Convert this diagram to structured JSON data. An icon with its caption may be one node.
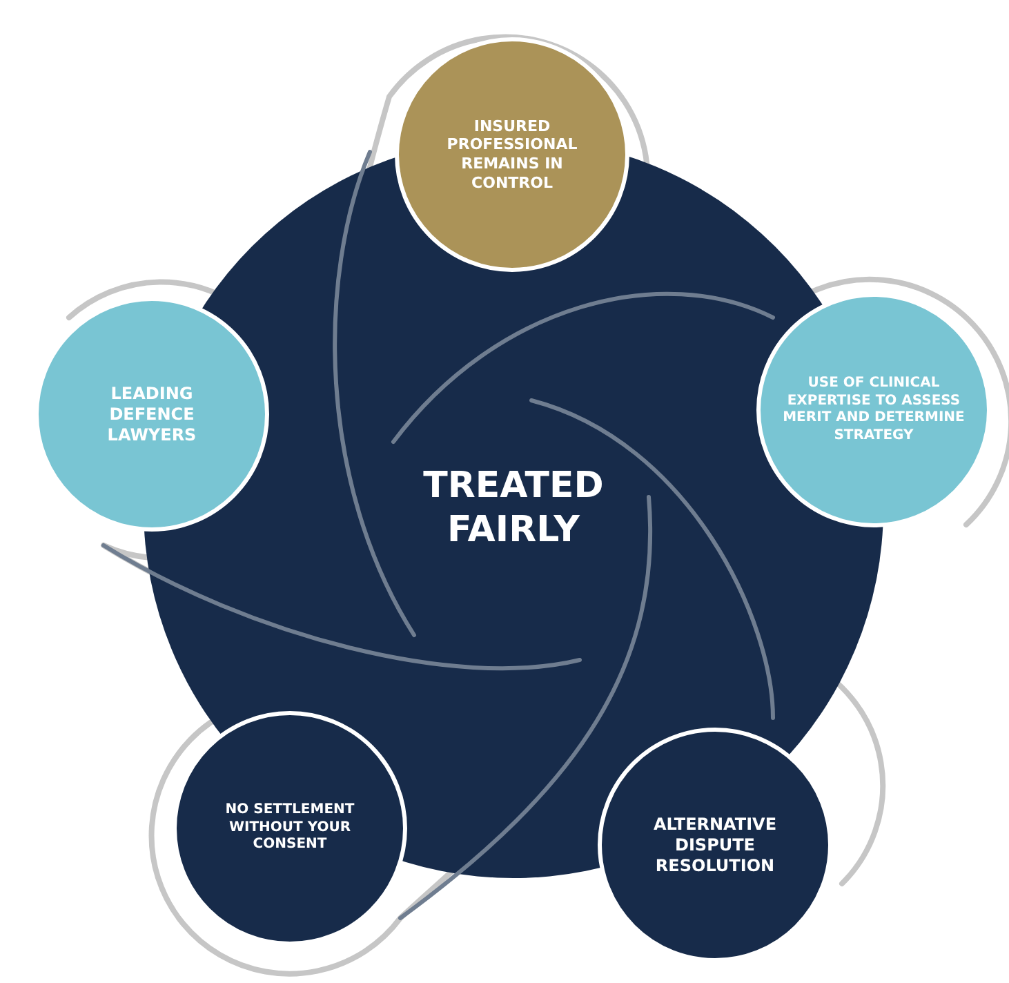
{
  "diagram": {
    "nodes": [
      {
        "text": [
          "TREATED FAIRLY"
        ]
      },
      {
        "text": [
          "INSURED PROFESSIONAL REMAINS IN CONTROL"
        ]
      },
      {
        "text": [
          "USE OF CLINICAL EXPERTISE TO ASSESS MERIT AND DETERMINE STRATEGY"
        ]
      },
      {
        "text": [
          "ALTERNATIVE DISPUTE RESOLUTION"
        ]
      },
      {
        "text": [
          "NO SETTLEMENT WITHOUT YOUR CONSENT"
        ]
      },
      {
        "text": [
          "LEADING DEFENCE LAWYERS"
        ]
      }
    ]
  }
}
